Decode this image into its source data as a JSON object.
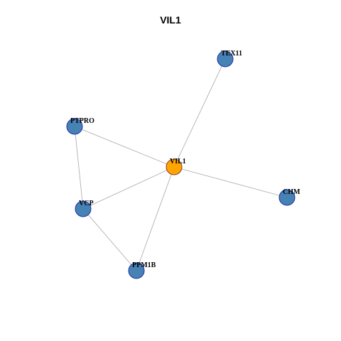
{
  "title": "VIL1",
  "colors": {
    "edge": "#b0b0b0",
    "node_default_fill": "#4682b4",
    "node_default_stroke": "#1f2fa8",
    "node_hub_fill": "#ffa500",
    "node_hub_stroke": "#8b3a2a"
  },
  "graph": {
    "nodes": [
      {
        "id": "VIL1",
        "label": "VIL1",
        "role": "hub"
      },
      {
        "id": "TEX11",
        "label": "TEX11",
        "role": "neighbor"
      },
      {
        "id": "PTPRO",
        "label": "PTPRO",
        "role": "neighbor"
      },
      {
        "id": "VCP",
        "label": "VCP",
        "role": "neighbor"
      },
      {
        "id": "CHM",
        "label": "CHM",
        "role": "neighbor"
      },
      {
        "id": "PPM1B",
        "label": "PPM1B",
        "role": "neighbor"
      }
    ],
    "edges": [
      [
        "VIL1",
        "TEX11"
      ],
      [
        "VIL1",
        "PTPRO"
      ],
      [
        "VIL1",
        "VCP"
      ],
      [
        "VIL1",
        "CHM"
      ],
      [
        "VIL1",
        "PPM1B"
      ],
      [
        "PTPRO",
        "VCP"
      ],
      [
        "VCP",
        "PPM1B"
      ]
    ]
  }
}
